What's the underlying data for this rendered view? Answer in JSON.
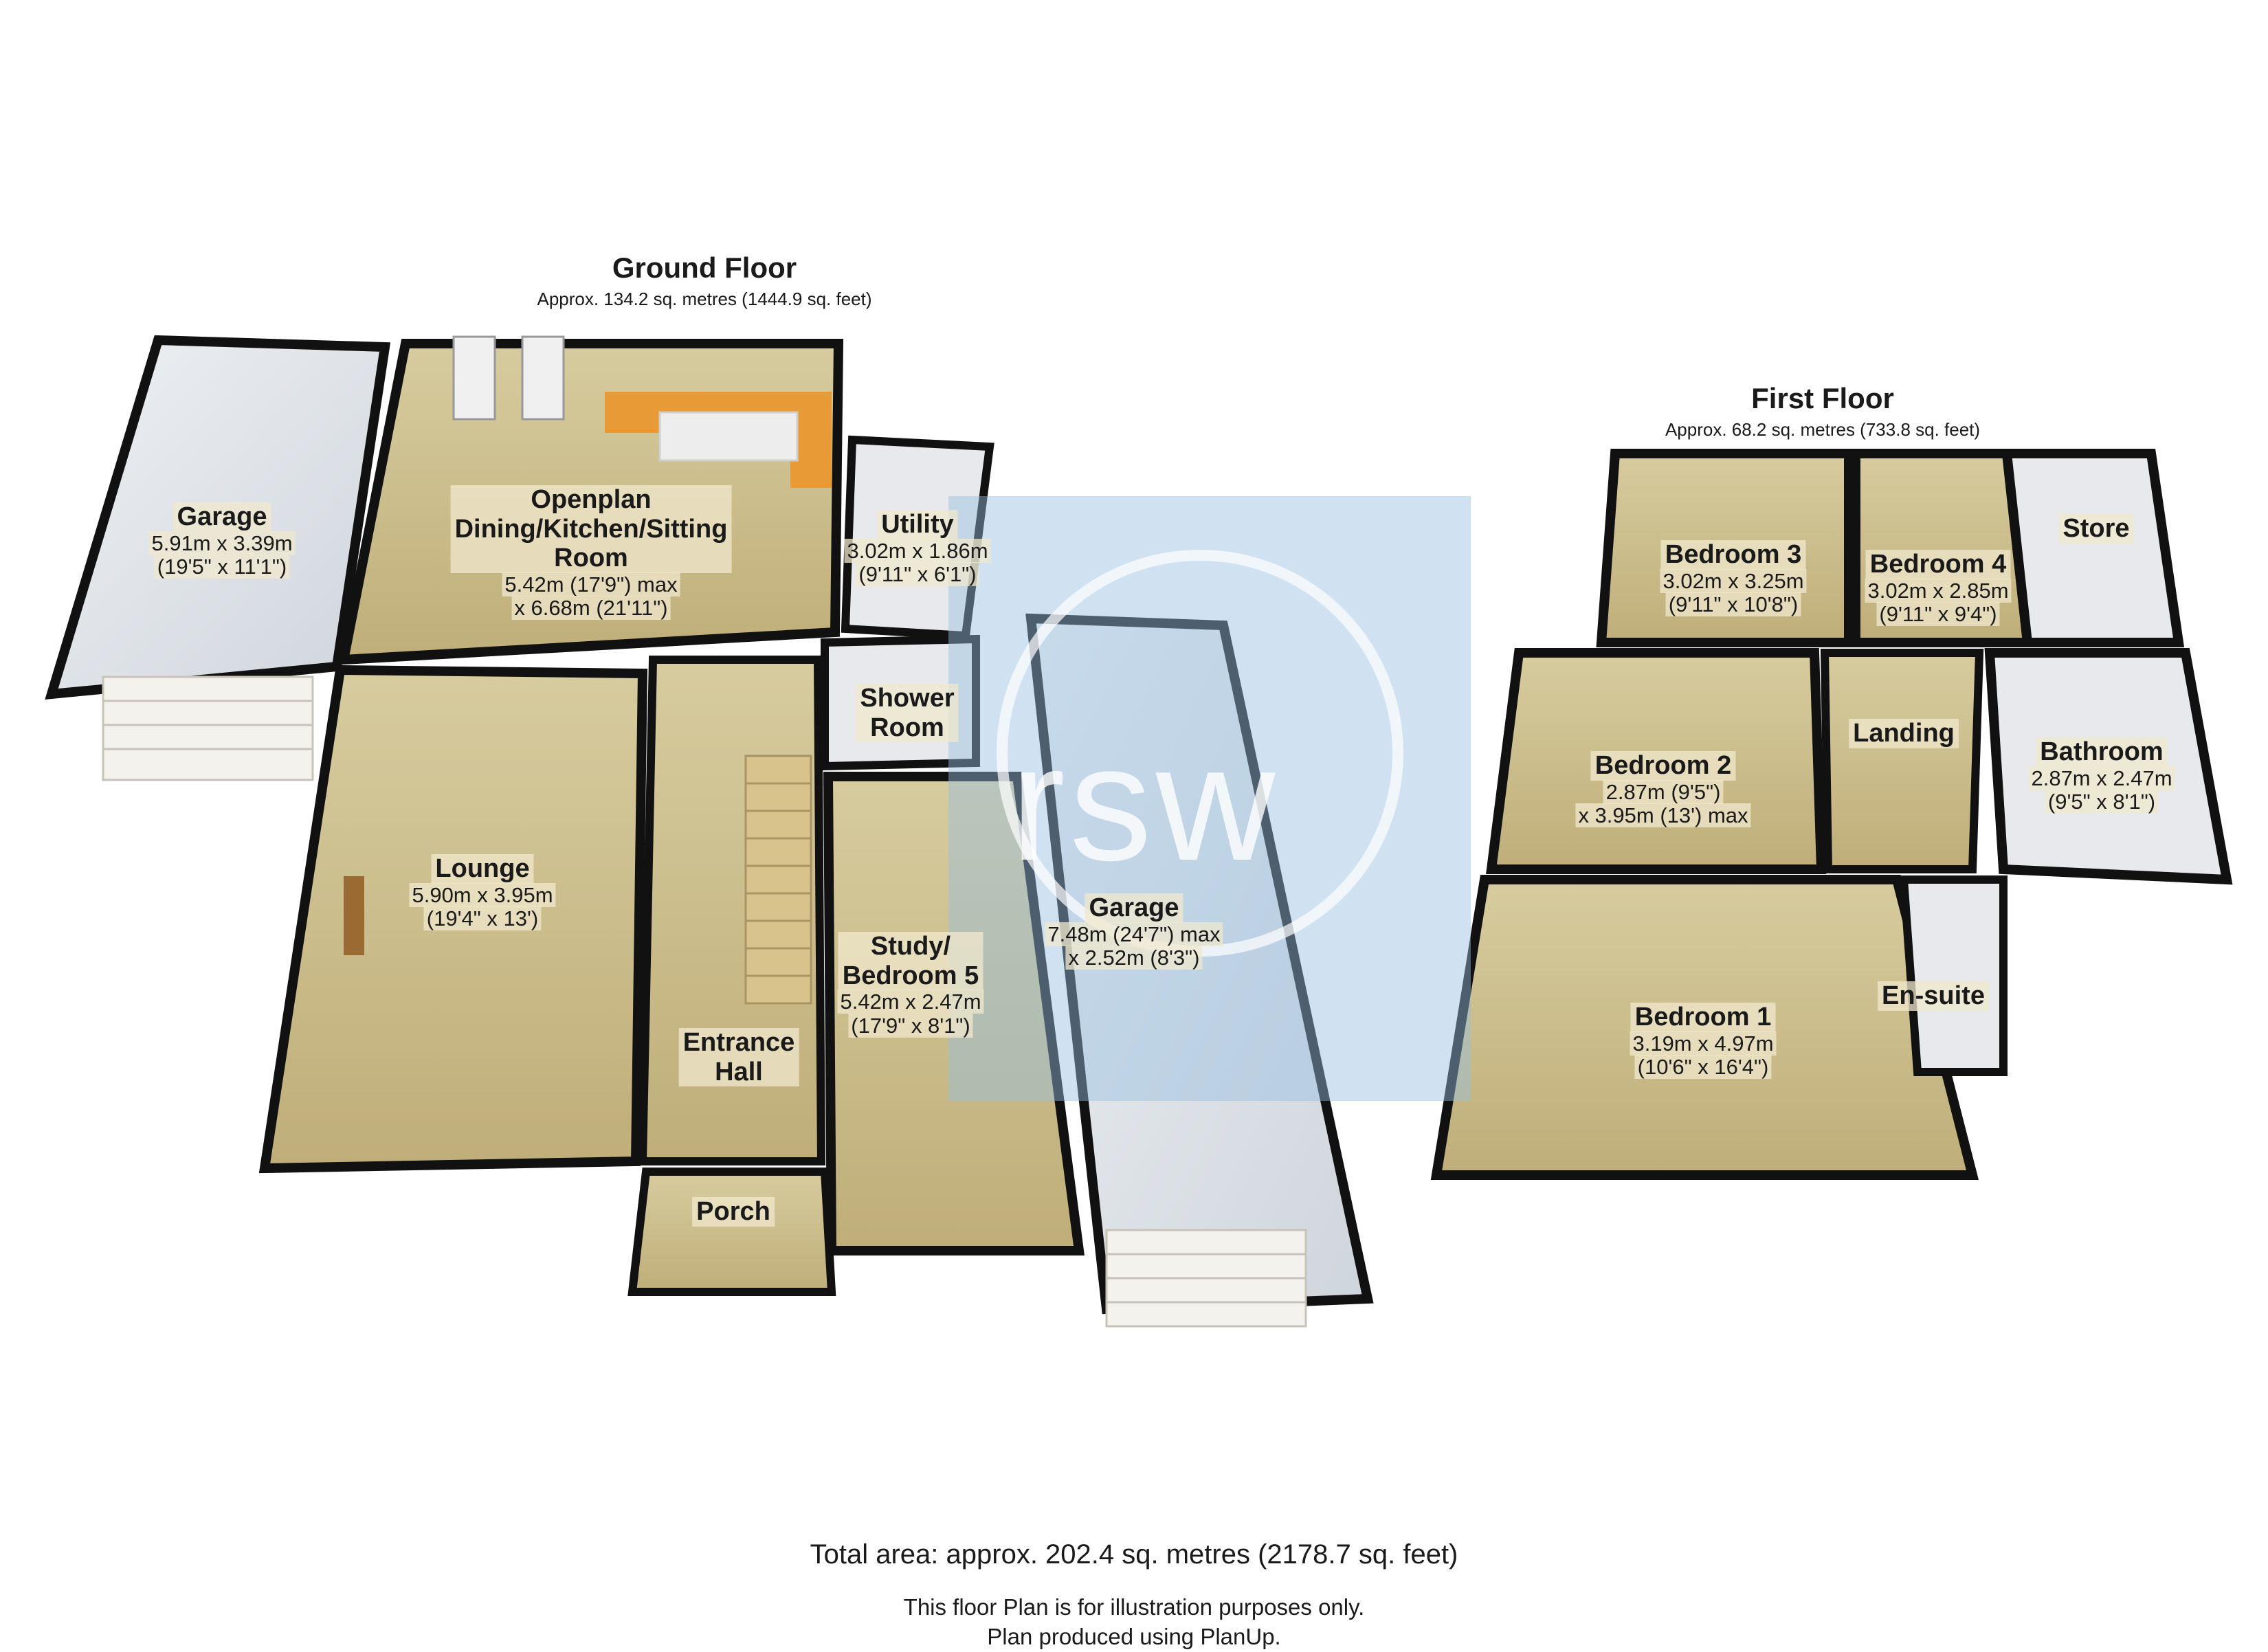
{
  "ground_floor": {
    "title": "Ground Floor",
    "area": "Approx. 134.2 sq. metres (1444.9 sq. feet)",
    "rooms": [
      {
        "id": "garage-left",
        "name": "Garage",
        "dims": [
          "5.91m x 3.39m",
          "(19'5\" x 11'1\")"
        ]
      },
      {
        "id": "openplan",
        "name": "Openplan\nDining/Kitchen/Sitting\nRoom",
        "dims": [
          "5.42m (17'9\") max",
          "x 6.68m (21'11\")"
        ]
      },
      {
        "id": "utility",
        "name": "Utility",
        "dims": [
          "3.02m x 1.86m",
          "(9'11\" x 6'1\")"
        ]
      },
      {
        "id": "shower-room",
        "name": "Shower\nRoom",
        "dims": []
      },
      {
        "id": "lounge",
        "name": "Lounge",
        "dims": [
          "5.90m x 3.95m",
          "(19'4\" x 13')"
        ]
      },
      {
        "id": "study",
        "name": "Study/\nBedroom 5",
        "dims": [
          "5.42m x 2.47m",
          "(17'9\" x 8'1\")"
        ]
      },
      {
        "id": "garage-right",
        "name": "Garage",
        "dims": [
          "7.48m (24'7\") max",
          "x 2.52m (8'3\")"
        ]
      },
      {
        "id": "entrance-hall",
        "name": "Entrance\nHall",
        "dims": []
      },
      {
        "id": "porch",
        "name": "Porch",
        "dims": []
      }
    ]
  },
  "first_floor": {
    "title": "First Floor",
    "area": "Approx. 68.2 sq. metres (733.8 sq. feet)",
    "rooms": [
      {
        "id": "bedroom-3",
        "name": "Bedroom 3",
        "dims": [
          "3.02m x 3.25m",
          "(9'11\" x 10'8\")"
        ]
      },
      {
        "id": "bedroom-4",
        "name": "Bedroom 4",
        "dims": [
          "3.02m x 2.85m",
          "(9'11\" x 9'4\")"
        ]
      },
      {
        "id": "store",
        "name": "Store",
        "dims": []
      },
      {
        "id": "bedroom-2",
        "name": "Bedroom 2",
        "dims": [
          "2.87m (9'5\")",
          "x 3.95m (13') max"
        ]
      },
      {
        "id": "landing",
        "name": "Landing",
        "dims": []
      },
      {
        "id": "bathroom",
        "name": "Bathroom",
        "dims": [
          "2.87m x 2.47m",
          "(9'5\" x 8'1\")"
        ]
      },
      {
        "id": "bedroom-1",
        "name": "Bedroom 1",
        "dims": [
          "3.19m x 4.97m",
          "(10'6\" x 16'4\")"
        ]
      },
      {
        "id": "en-suite",
        "name": "En-suite",
        "dims": []
      }
    ]
  },
  "footer": {
    "total": "Total area: approx. 202.4 sq. metres (2178.7 sq. feet)",
    "note_line1": "This floor Plan is for illustration purposes only.",
    "note_line2": "Plan produced using PlanUp."
  },
  "watermark": "rsw",
  "colors": {
    "wall": "#111111",
    "floor_carpet": "#c9bb8a",
    "floor_tile": "#e7e9ec",
    "floor_garage": "#dfe3e8",
    "kitchen_units": "#e79a35"
  }
}
